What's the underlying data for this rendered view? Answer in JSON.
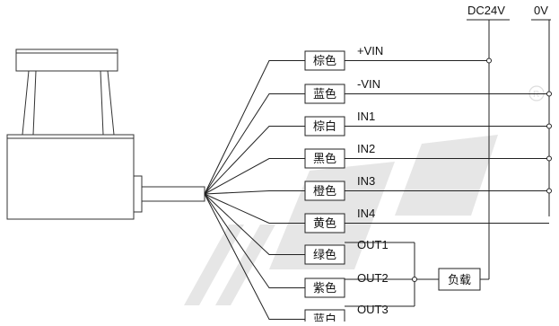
{
  "rails": {
    "supply": "DC24V",
    "ground": "0V"
  },
  "wires": [
    {
      "color_label": "棕色",
      "signal": "+VIN"
    },
    {
      "color_label": "蓝色",
      "signal": "-VIN"
    },
    {
      "color_label": "棕白",
      "signal": "IN1"
    },
    {
      "color_label": "黑色",
      "signal": "IN2"
    },
    {
      "color_label": "橙色",
      "signal": "IN3"
    },
    {
      "color_label": "黄色",
      "signal": "IN4"
    },
    {
      "color_label": "绿色",
      "signal": "OUT1"
    },
    {
      "color_label": "紫色",
      "signal": "OUT2"
    },
    {
      "color_label": "蓝白",
      "signal": "OUT3"
    }
  ],
  "load": {
    "label": "负载"
  },
  "colors": {
    "line": "#222222",
    "device_edge": "#333333",
    "device_fill": "#ffffff",
    "watermark": "#dcdcdc"
  }
}
